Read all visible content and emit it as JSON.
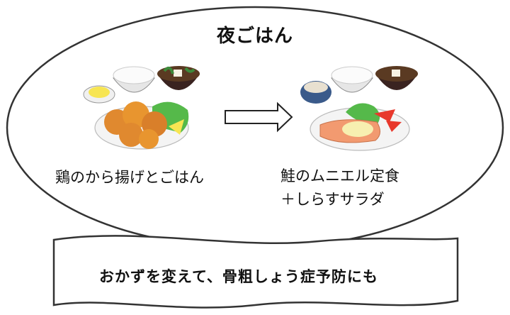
{
  "title": "夜ごはん",
  "left_meal": {
    "caption": "鶏のから揚げとごはん"
  },
  "right_meal": {
    "caption_line1": "鮭のムニエル定食",
    "caption_line2": "＋しらすサラダ"
  },
  "banner": {
    "text": "おかずを変えて、骨粗しょう症予防にも"
  },
  "colors": {
    "outline": "#333333",
    "banner_fill": "#ffffff",
    "fried_chicken": "#e0892f",
    "salmon": "#f29a70",
    "lettuce": "#55b94a",
    "soup_bowl": "#3a2320",
    "rice": "#f5f5f2",
    "lemon": "#f7e552",
    "tomato": "#e8382c",
    "plate": "#f4f4f4"
  },
  "icons": [
    "right-arrow-icon"
  ]
}
